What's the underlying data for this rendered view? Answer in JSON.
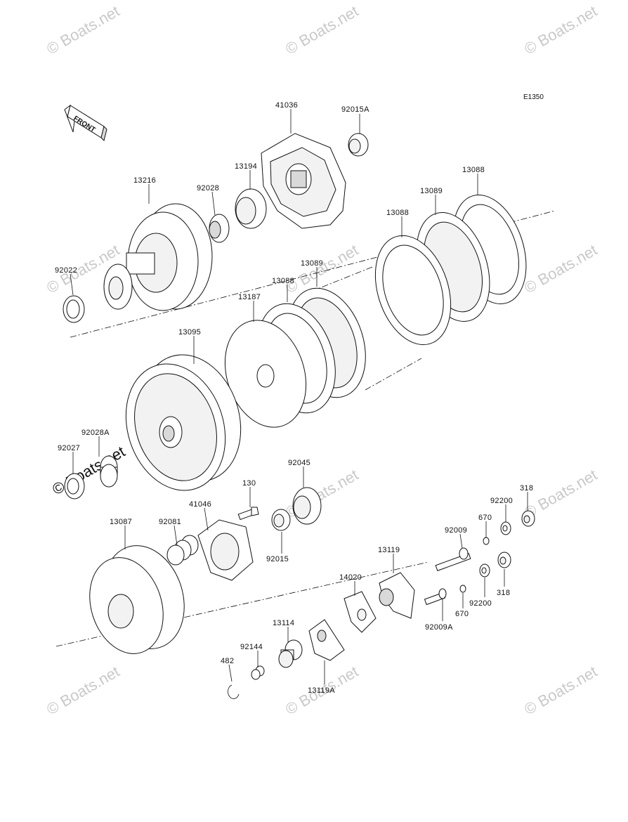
{
  "diagram_code": "E1350",
  "front_label": "FRONT",
  "watermark": "© Boats.net",
  "parts": [
    {
      "id": "p41036",
      "number": "41036"
    },
    {
      "id": "p92015A",
      "number": "92015A"
    },
    {
      "id": "p13194",
      "number": "13194"
    },
    {
      "id": "p92028",
      "number": "92028"
    },
    {
      "id": "p13216",
      "number": "13216"
    },
    {
      "id": "p13088a",
      "number": "13088"
    },
    {
      "id": "p13089a",
      "number": "13089"
    },
    {
      "id": "p13088b",
      "number": "13088"
    },
    {
      "id": "p92022",
      "number": "92022"
    },
    {
      "id": "p13089b",
      "number": "13089"
    },
    {
      "id": "p13088c",
      "number": "13088"
    },
    {
      "id": "p13187",
      "number": "13187"
    },
    {
      "id": "p13095",
      "number": "13095"
    },
    {
      "id": "p92028A",
      "number": "92028A"
    },
    {
      "id": "p92027",
      "number": "92027"
    },
    {
      "id": "p92045",
      "number": "92045"
    },
    {
      "id": "p130",
      "number": "130"
    },
    {
      "id": "p318a",
      "number": "318"
    },
    {
      "id": "p92200a",
      "number": "92200"
    },
    {
      "id": "p670a",
      "number": "670"
    },
    {
      "id": "p41046",
      "number": "41046"
    },
    {
      "id": "p13087",
      "number": "13087"
    },
    {
      "id": "p92081",
      "number": "92081"
    },
    {
      "id": "p92009",
      "number": "92009"
    },
    {
      "id": "p13119",
      "number": "13119"
    },
    {
      "id": "p92015",
      "number": "92015"
    },
    {
      "id": "p14020",
      "number": "14020"
    },
    {
      "id": "p318b",
      "number": "318"
    },
    {
      "id": "p92200b",
      "number": "92200"
    },
    {
      "id": "p670b",
      "number": "670"
    },
    {
      "id": "p92009A",
      "number": "92009A"
    },
    {
      "id": "p13114",
      "number": "13114"
    },
    {
      "id": "p92144",
      "number": "92144"
    },
    {
      "id": "p482",
      "number": "482"
    },
    {
      "id": "p13119A",
      "number": "13119A"
    }
  ]
}
